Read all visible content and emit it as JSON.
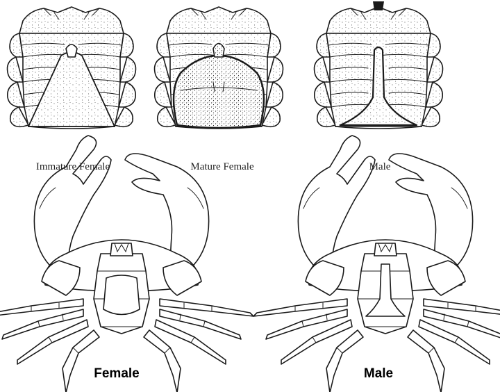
{
  "abdomen_captions": {
    "immature_female": "Immature Female",
    "mature_female": "Mature Female",
    "male": "Male"
  },
  "crab_labels": {
    "female": "Female",
    "male": "Male"
  }
}
